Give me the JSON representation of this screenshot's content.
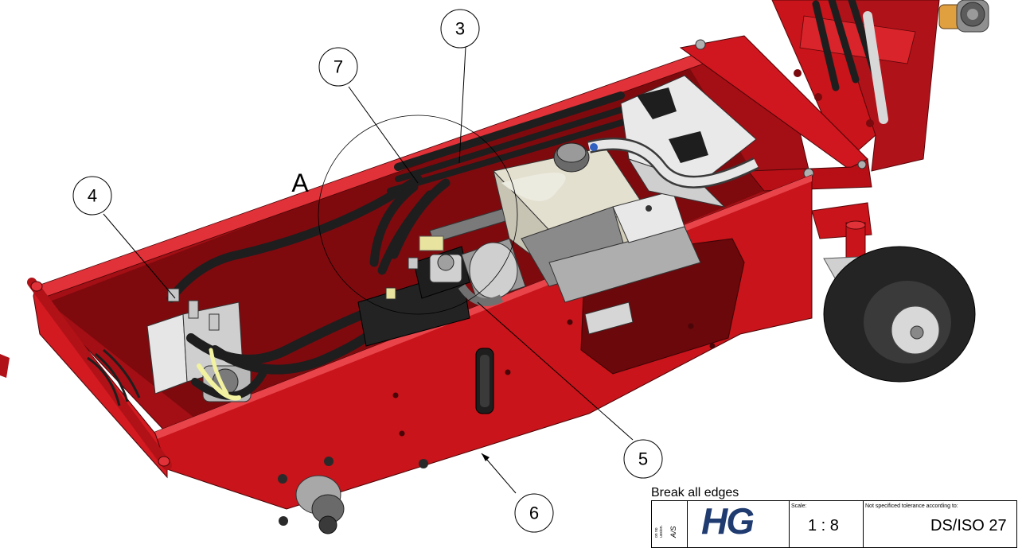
{
  "callouts": [
    {
      "label": "3"
    },
    {
      "label": "7"
    },
    {
      "label": "4"
    },
    {
      "label": "5"
    },
    {
      "label": "6"
    }
  ],
  "detail_view": {
    "label": "A"
  },
  "note": {
    "text": "Break all edges"
  },
  "title_block": {
    "scale_label": "Scale:",
    "scale_value": "1 : 8",
    "tolerance_label": "Not specificed tolerance according to:",
    "tolerance_value": "DS/ISO 27",
    "logo_text": "HG",
    "side_text_1": "on no",
    "side_text_2": "ussion.",
    "side_text_3": "A/S"
  },
  "colors": {
    "frame_red": "#c8141a",
    "frame_dark_red": "#8e0c10",
    "frame_light_red": "#e03238",
    "hose_black": "#1e1e1e",
    "engine_cream": "#ece9dc",
    "metal_grey": "#b8b8b8",
    "logo_blue": "#1f3b70"
  }
}
